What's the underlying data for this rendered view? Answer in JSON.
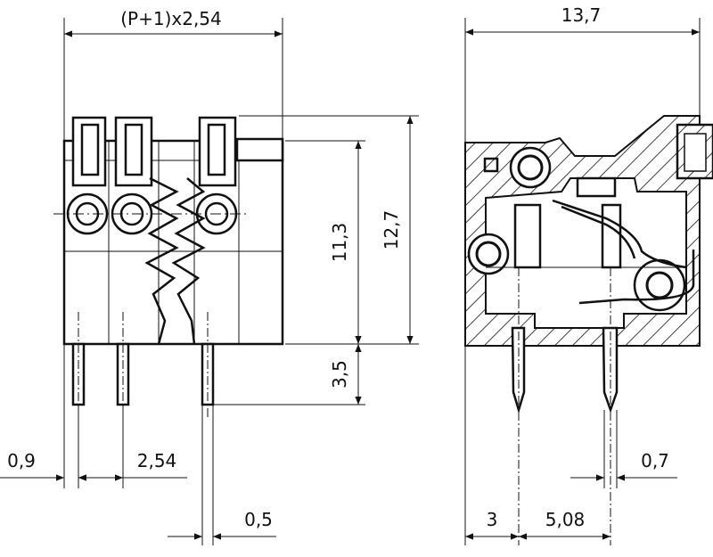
{
  "dimensions": {
    "pitch_formula": "(P+1)x2,54",
    "total_depth": "13,7",
    "height_11_3": "11,3",
    "height_12_7": "12,7",
    "pin_length": "3,5",
    "offset_0_9": "0,9",
    "pitch": "2,54",
    "pin_thickness": "0,5",
    "pin_width": "0,7",
    "side_offset": "3",
    "row_spacing": "5,08"
  },
  "colors": {
    "line": "#111111",
    "background": "#ffffff"
  }
}
